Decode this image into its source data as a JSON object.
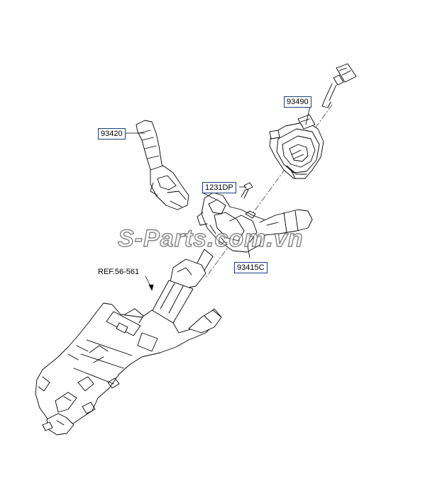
{
  "parts": {
    "p93490": "93490",
    "p93420": "93420",
    "p1231dp": "1231DP",
    "p93415c": "93415C"
  },
  "reference": "REF.56-561",
  "watermark": "S-Parts.com.vn",
  "colors": {
    "line": "#000000",
    "label_border": "#1a3f7a"
  }
}
